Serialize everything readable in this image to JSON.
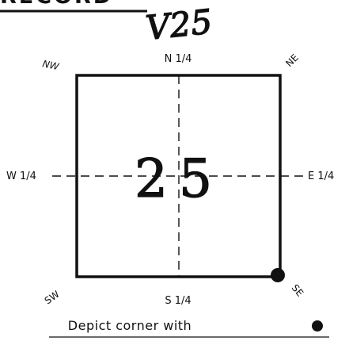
{
  "header": {
    "cut_off_title": "RECORD",
    "handwritten_section": "V25"
  },
  "diagram": {
    "section_number": "25",
    "labels": {
      "nw": "NW",
      "ne": "NE",
      "sw": "SW",
      "se": "SE",
      "n_quarter": "N 1/4",
      "s_quarter": "S 1/4",
      "e_quarter": "E 1/4",
      "w_quarter": "W 1/4"
    },
    "marked_corner": "SE"
  },
  "footer": {
    "note": "Depict corner with"
  },
  "colors": {
    "ink": "#111111",
    "paper": "#ffffff"
  }
}
